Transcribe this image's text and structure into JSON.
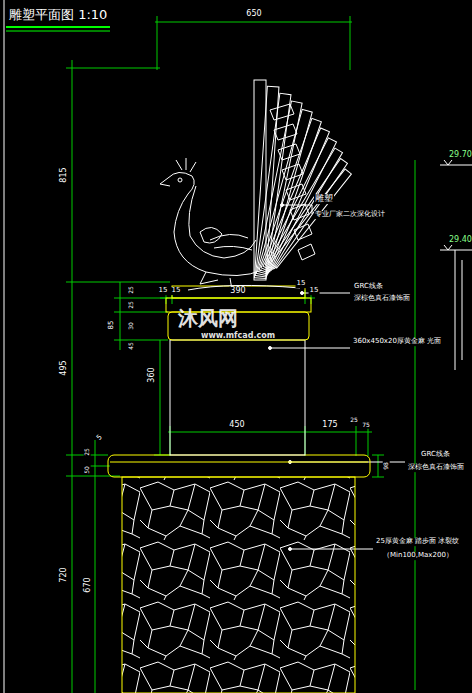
{
  "diagram": {
    "title": "雕塑平面图 1:10",
    "labels": [
      "650",
      "815",
      "495",
      "720",
      "670",
      "15",
      "15",
      "390",
      "15",
      "15",
      "85",
      "25",
      "25",
      "30",
      "45",
      "360",
      "450",
      "175",
      "25",
      "75",
      "5",
      "25",
      "50",
      "98",
      "雕塑",
      "专业厂家二次深化设计",
      "GRC线条",
      "深棕色真石漆饰面",
      "360x450x20厚黄金麻 光面",
      "GRC线条",
      "深棕色真石漆饰面",
      "25厚黄金麻 踏步面 冰裂纹",
      "（Min100,Max200）",
      "29.70",
      "29.40",
      "沐风网",
      "www.mfcad.com"
    ]
  }
}
